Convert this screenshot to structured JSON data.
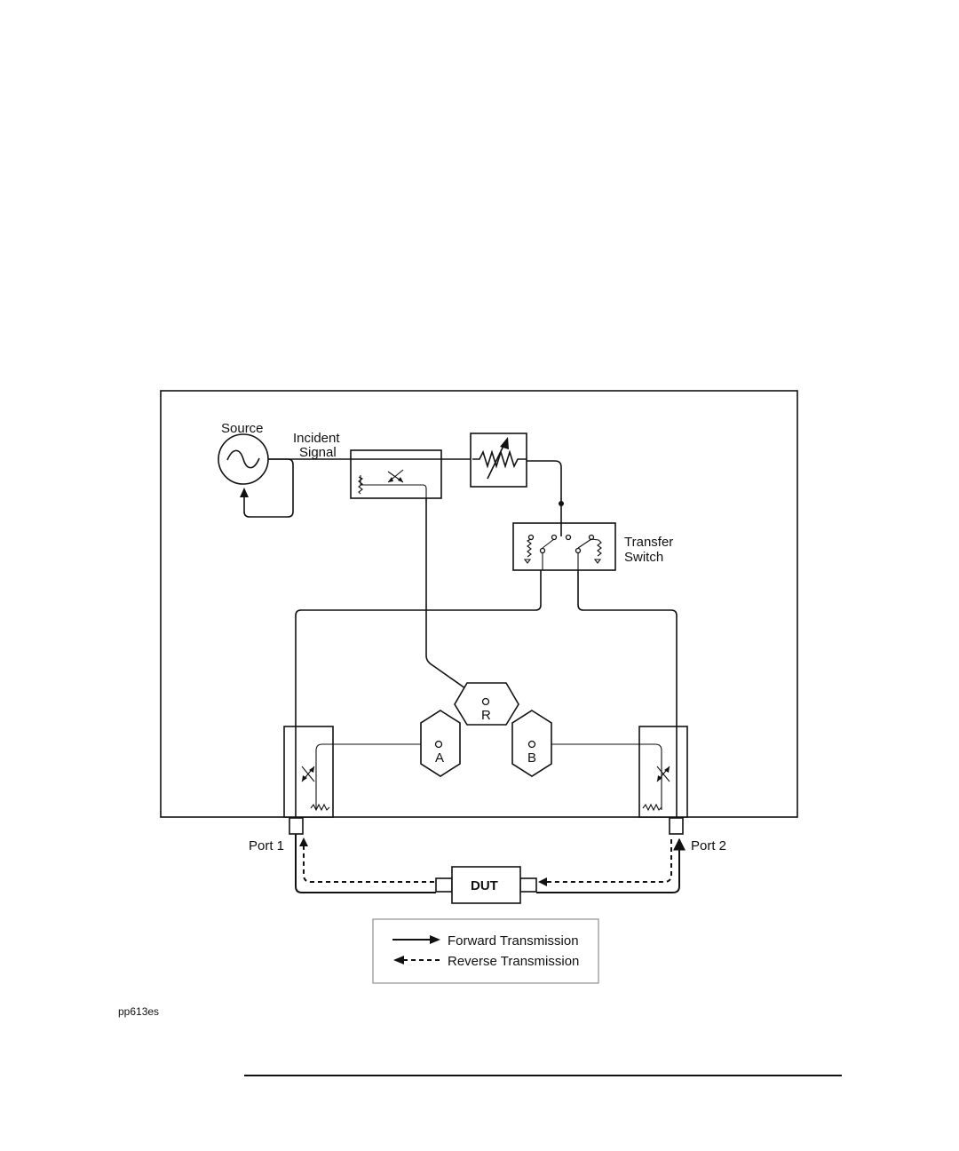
{
  "labels": {
    "source": "Source",
    "incident_line1": "Incident",
    "incident_line2": "Signal",
    "transfer_line1": "Transfer",
    "transfer_line2": "Switch",
    "receiver_r": "R",
    "receiver_a": "A",
    "receiver_b": "B",
    "port1": "Port 1",
    "port2": "Port 2",
    "dut": "DUT"
  },
  "legend": {
    "forward": "Forward Transmission",
    "reverse": "Reverse Transmission"
  },
  "figure_id": "pp613es"
}
